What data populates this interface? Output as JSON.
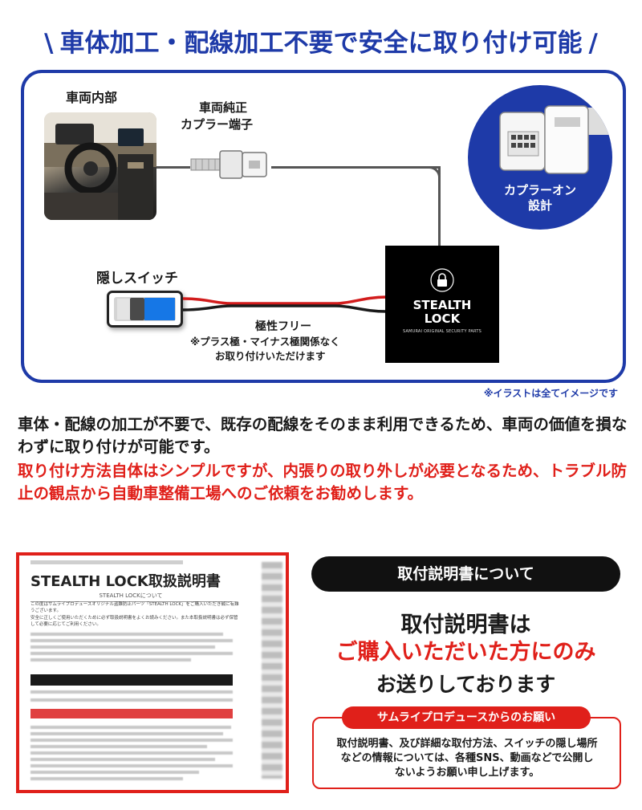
{
  "headline": {
    "slash_left": "\\",
    "text": "車体加工・配線加工不要で安全に取り付け可能",
    "slash_right": "/"
  },
  "diagram": {
    "car_interior_label": "車両内部",
    "coupler_terminal_label_line1": "車両純正",
    "coupler_terminal_label_line2": "カプラー端子",
    "coupler_on_line1": "カプラーオン",
    "coupler_on_line2": "設計",
    "hidden_switch_label": "隠しスイッチ",
    "polarity_label": "極性フリー",
    "polarity_note_line1": "※プラス極・マイナス極関係なく",
    "polarity_note_line2": "お取り付けいただけます",
    "stealth_lock_title": "STEALTH\nLOCK",
    "stealth_lock_sub": "SAMURAI ORIGINAL SECURITY PARTS"
  },
  "illustration_note": "※イラストは全てイメージです",
  "paragraph": {
    "black": "車体・配線の加工が不要で、既存の配線をそのまま利用できるため、車両の価値を損なわずに取り付けが可能です。",
    "red": "取り付け方法自体はシンプルですが、内張りの取り外しが必要となるため、トラブル防止の観点から自動車整備工場へのご依頼をお勧めします。"
  },
  "manual_preview": {
    "title": "STEALTH LOCK取扱説明書",
    "sub": "STEALTH LOCKについて",
    "intro_line1": "この度はサムライプロデュースオリジナル盗難防止パーツ「STEALTH LOCK」をご購入いただき誠に有難うございます。",
    "intro_line2": "安全に正しくご使用いただくために必ず取扱説明書をよくお読みください。また本取扱説明書は必ず保管して必要に応じてご利用ください。"
  },
  "manual_info": {
    "pill": "取付説明書について",
    "line1": "取付説明書は",
    "line2": "ご購入いただいた方にのみ",
    "line3": "お送りしております"
  },
  "notice": {
    "pill": "サムライプロデュースからのお願い",
    "line1": "取付説明書、及び詳細な取付方法、スイッチの隠し場所",
    "line2": "などの情報については、各種SNS、動画などで公開し",
    "line3": "ないようお願い申し上げます。"
  },
  "colors": {
    "brand_blue": "#1e3aa8",
    "accent_red": "#e0201a",
    "switch_blue": "#1677e6"
  },
  "icons": [
    "lock-icon",
    "coupler-connector-icon",
    "wire-harness-icon",
    "toggle-switch-icon"
  ]
}
